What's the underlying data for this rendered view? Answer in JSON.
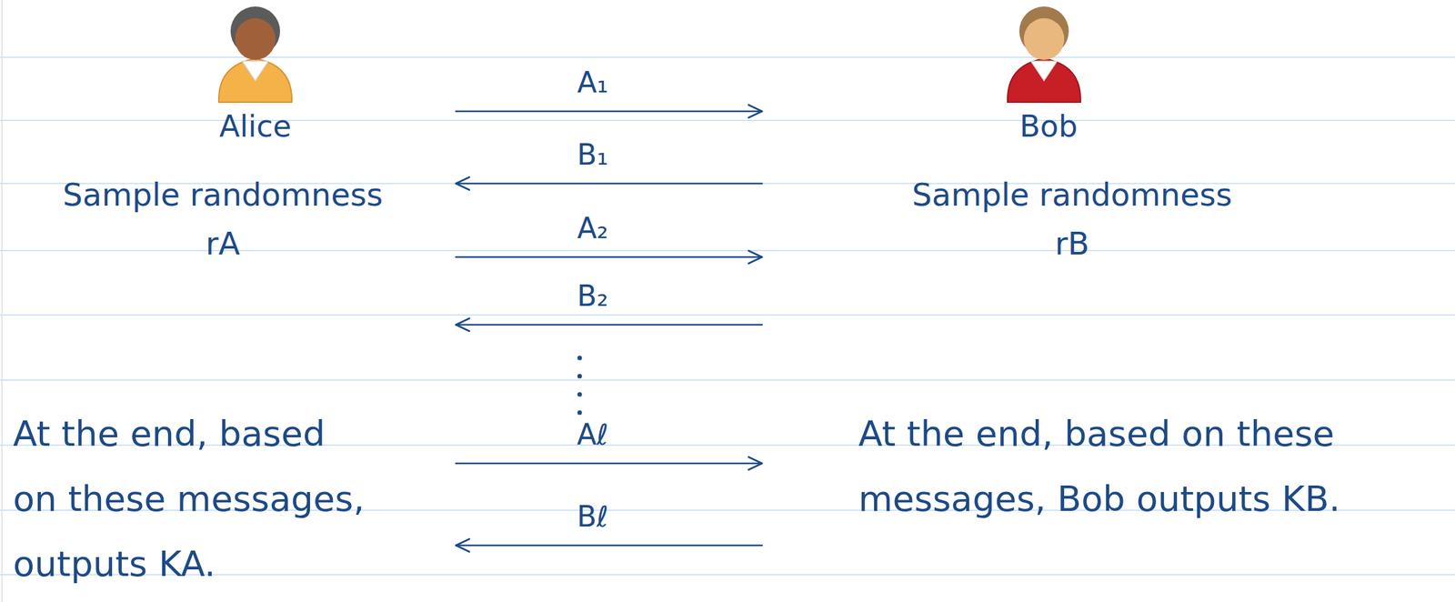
{
  "diagram": {
    "nodes": [
      {
        "text": [
          "Alice",
          "Sample randomness rA",
          "At the end, based on these messages, outputs KA."
        ]
      },
      {
        "text": [
          "Bob",
          "Sample randomness rB",
          "At the end, based on these messages, Bob outputs KB."
        ]
      }
    ],
    "edges": [
      {
        "from": 0,
        "to": 1,
        "arrow": "to",
        "label": "A₁"
      },
      {
        "from": 1,
        "to": 0,
        "arrow": "to",
        "label": "B₁"
      },
      {
        "from": 0,
        "to": 1,
        "arrow": "to",
        "label": "A₂"
      },
      {
        "from": 1,
        "to": 0,
        "arrow": "to",
        "label": "B₂"
      },
      {
        "from": 0,
        "to": 1,
        "arrow": "to",
        "label": "Aℓ"
      },
      {
        "from": 1,
        "to": 0,
        "arrow": "to",
        "label": "Bℓ"
      }
    ]
  }
}
